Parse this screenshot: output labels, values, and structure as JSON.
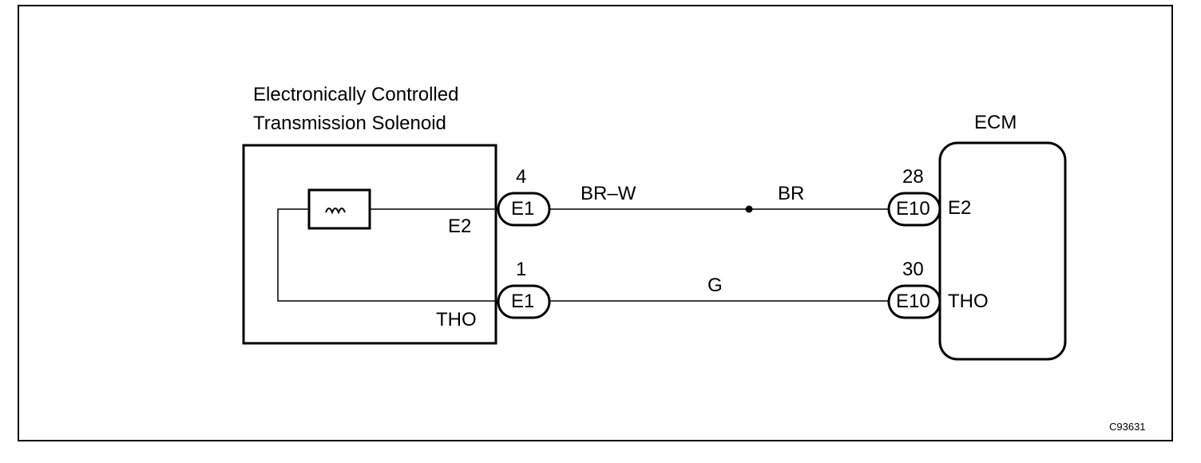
{
  "solenoid": {
    "title_line1": "Electronically Controlled",
    "title_line2": "Transmission Solenoid",
    "pin_e2": "E2",
    "pin_tho": "THO"
  },
  "ecm": {
    "title": "ECM",
    "pin_e2": "E2",
    "pin_tho": "THO"
  },
  "connectors": {
    "e1_top": "E1",
    "e1_bottom": "E1",
    "e10_top": "E10",
    "e10_bottom": "E10",
    "pin_4": "4",
    "pin_1": "1",
    "pin_28": "28",
    "pin_30": "30"
  },
  "wires": {
    "top_left_color": "BR–W",
    "top_right_color": "BR",
    "bottom_color": "G"
  },
  "figure_code": "C93631"
}
